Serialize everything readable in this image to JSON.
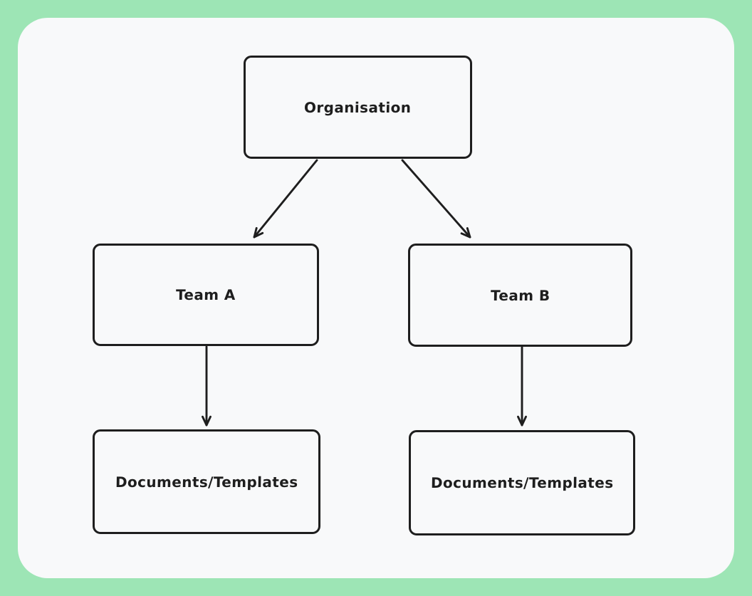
{
  "colors": {
    "frame_background": "#9de5b5",
    "canvas_background": "#f8f9fa",
    "stroke": "#1e1e1e"
  },
  "diagram": {
    "type": "flowchart",
    "style": "hand-drawn",
    "nodes": [
      {
        "id": "organisation",
        "label": "Organisation"
      },
      {
        "id": "team-a",
        "label": "Team A"
      },
      {
        "id": "team-b",
        "label": "Team B"
      },
      {
        "id": "documents-a",
        "label": "Documents/Templates"
      },
      {
        "id": "documents-b",
        "label": "Documents/Templates"
      }
    ],
    "edges": [
      {
        "from": "organisation",
        "to": "team-a",
        "arrowhead": "open-v"
      },
      {
        "from": "organisation",
        "to": "team-b",
        "arrowhead": "open-v"
      },
      {
        "from": "team-a",
        "to": "documents-a",
        "arrowhead": "open-v"
      },
      {
        "from": "team-b",
        "to": "documents-b",
        "arrowhead": "open-v"
      }
    ]
  }
}
